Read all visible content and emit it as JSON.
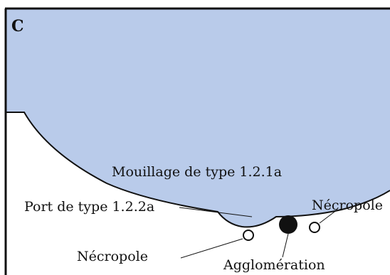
{
  "panel_letter": "C",
  "labels": {
    "mouillage": "Mouillage de type 1.2.1a",
    "port": "Port de type 1.2.2a",
    "necropole_left": "Nécropole",
    "necropole_right": "Nécropole",
    "agglomeration": "Agglomération"
  },
  "colors": {
    "water": "#b9cbea",
    "outline": "#111111",
    "background": "#ffffff"
  }
}
